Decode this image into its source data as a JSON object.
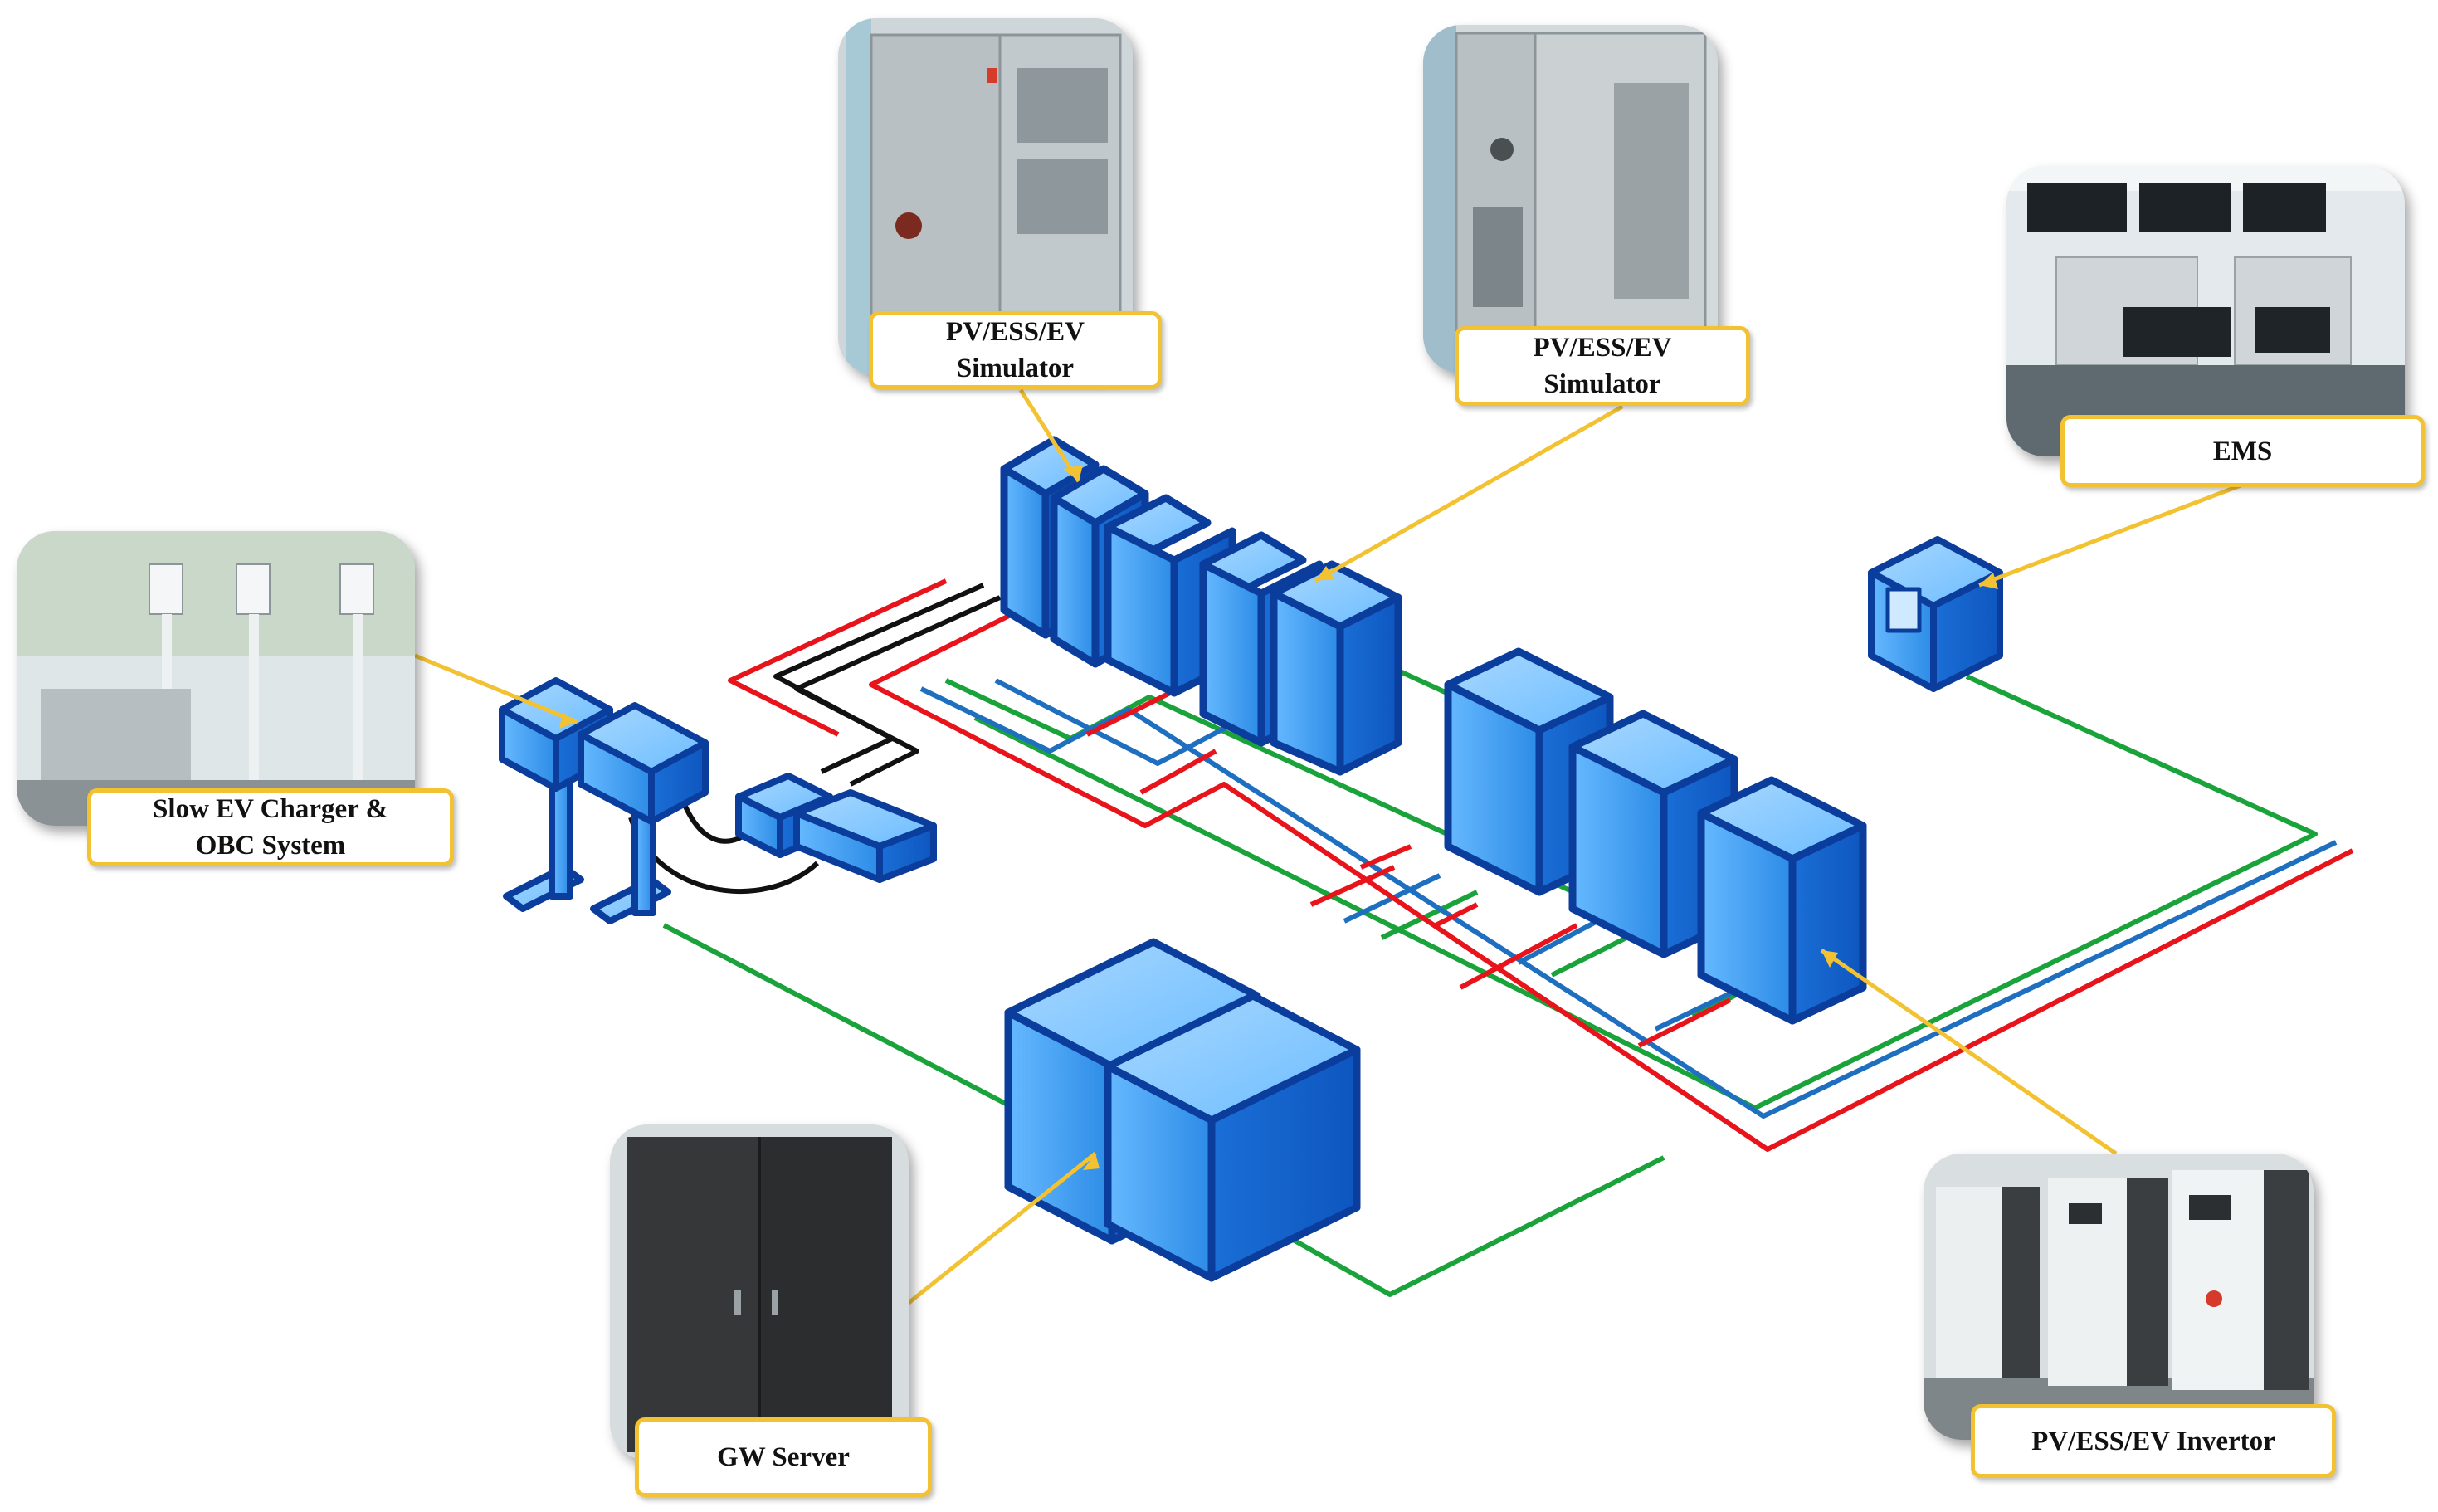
{
  "labels": {
    "sim1": "PV/ESS/EV\nSimulator",
    "sim2": "PV/ESS/EV\nSimulator",
    "ems": "EMS",
    "charger": "Slow EV Charger &\nOBC System",
    "gw": "GW Server",
    "inverter": "PV/ESS/EV Invertor"
  },
  "colors": {
    "ac_line": "#e8141c",
    "dc_line": "#1f6fc0",
    "comm_line": "#1aa33a",
    "cable": "#111111",
    "pointer": "#f2c233",
    "device_blue": "#2f8fe8",
    "device_dark": "#0b3d9c"
  }
}
